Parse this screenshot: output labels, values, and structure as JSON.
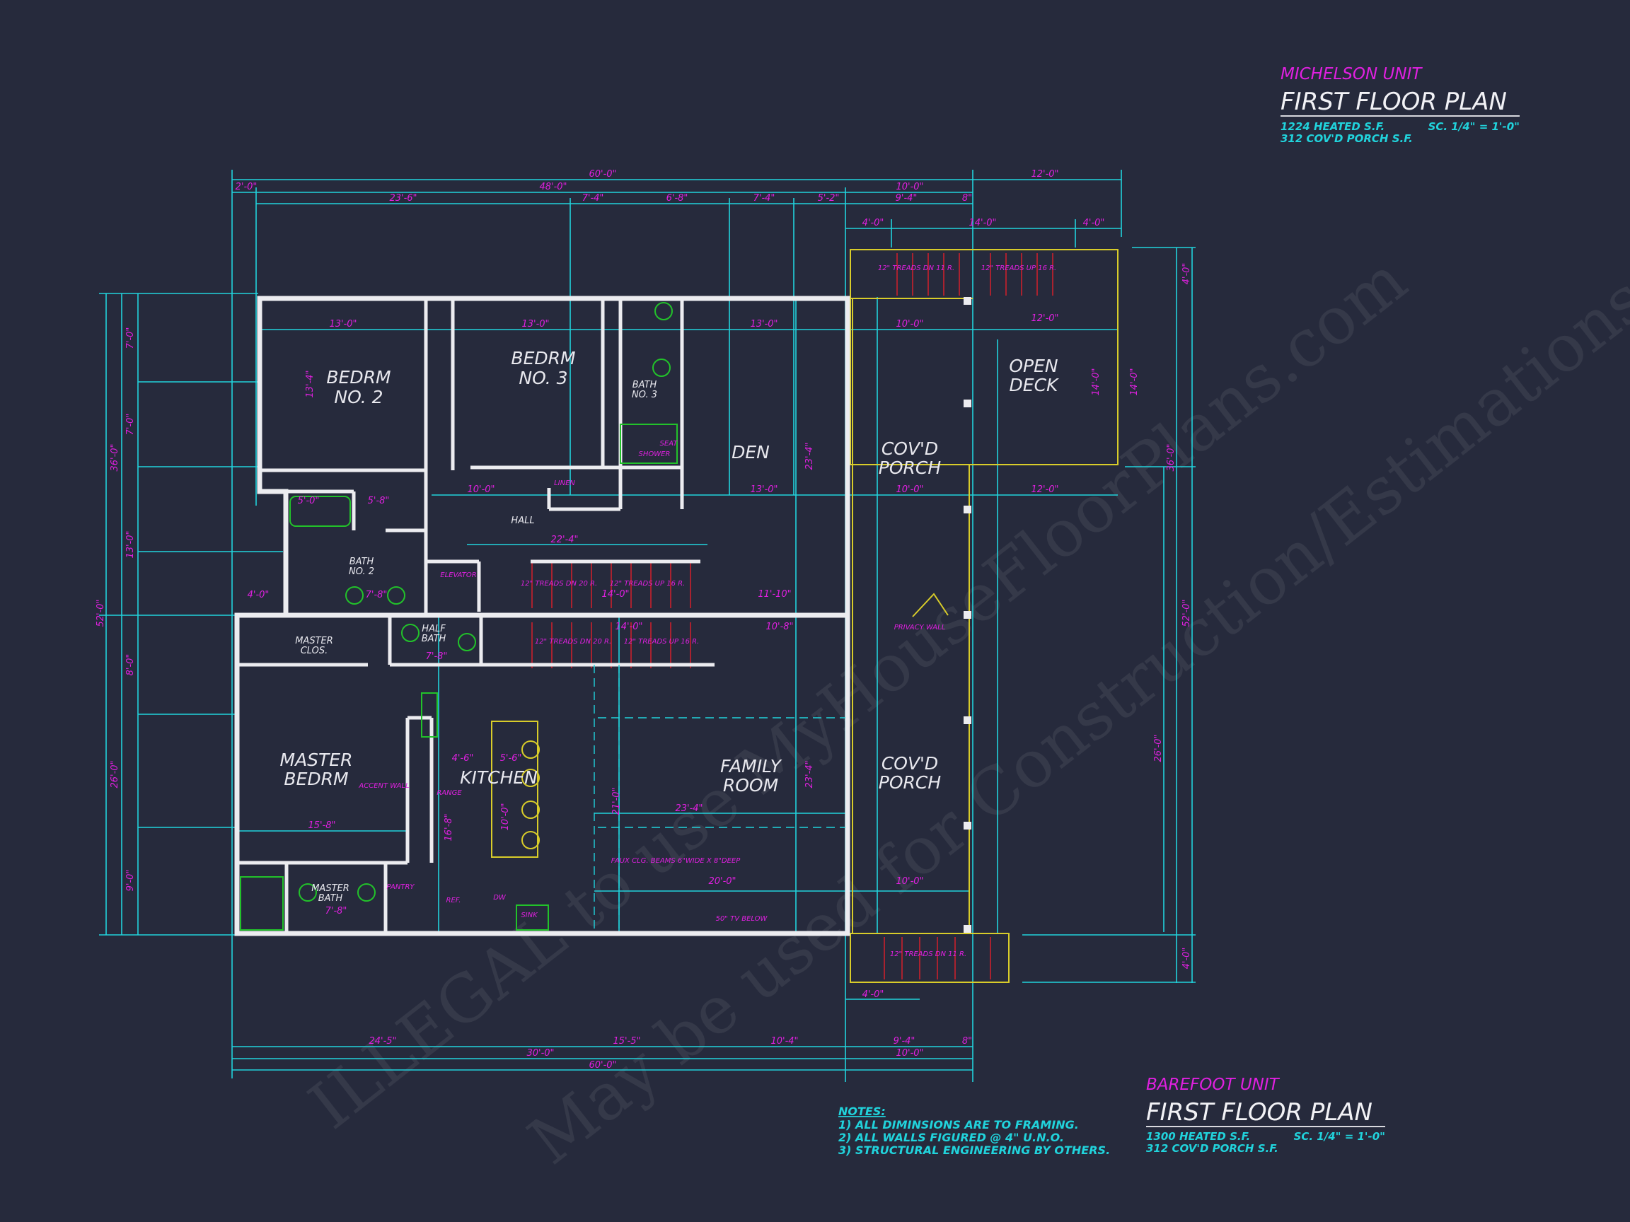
{
  "colors": {
    "background": "#262a3c",
    "walls": "#ececf0",
    "dimensions": "#21d3dc",
    "dimension_text": "#e020e0",
    "porch_framing": "#d8cc2a",
    "windows": "#e0202a",
    "fixtures": "#22c22a"
  },
  "michelson": {
    "unit": "MICHELSON UNIT",
    "title": "FIRST FLOOR PLAN",
    "heated": "1224 HEATED S.F.",
    "porch": "312 COV'D PORCH S.F.",
    "scale": "SC. 1/4\" = 1'-0\""
  },
  "barefoot": {
    "unit": "BAREFOOT UNIT",
    "title": "FIRST FLOOR PLAN",
    "heated": "1300 HEATED S.F.",
    "porch": "312 COV'D PORCH S.F.",
    "scale": "SC. 1/4\" = 1'-0\""
  },
  "notes": {
    "heading": "NOTES:",
    "items": [
      "1) ALL DIMINSIONS ARE TO FRAMING.",
      "2) ALL WALLS FIGURED @ 4\" U.N.O.",
      "3) STRUCTURAL ENGINEERING BY OTHERS."
    ]
  },
  "watermark": [
    "ILLEGAL to use MyHouseFloorPlans.com",
    "May be used for Construction/Estimations"
  ],
  "rooms": {
    "bedrm2": [
      "BEDRM",
      "NO. 2"
    ],
    "bedrm3": [
      "BEDRM",
      "NO. 3"
    ],
    "den": "DEN",
    "porch_upper": [
      "COV'D",
      "PORCH"
    ],
    "open_deck": [
      "OPEN",
      "DECK"
    ],
    "master_bedrm": [
      "MASTER",
      "BEDRM"
    ],
    "kitchen": "KITCHEN",
    "family_room": [
      "FAMILY",
      "ROOM"
    ],
    "porch_lower": [
      "COV'D",
      "PORCH"
    ],
    "hall": "HALL",
    "bath2": [
      "BATH",
      "NO. 2"
    ],
    "bath3": [
      "BATH",
      "NO. 3"
    ],
    "master_bath": [
      "MASTER",
      "BATH"
    ],
    "half_bath": [
      "HALF",
      "BATH"
    ],
    "master_clos": [
      "MASTER",
      "CLOS."
    ],
    "elevator": "ELEVATOR",
    "pantry": "PANTRY",
    "linen": "LINEN",
    "range": "RANGE",
    "sink": "SINK",
    "ref": "REF.",
    "dw": "DW",
    "seat": "SEAT",
    "shower": "SHOWER",
    "accent_wall": "ACCENT WALL",
    "privacy_wall": "PRIVACY WALL",
    "beams": "FAUX CLG. BEAMS 6\"WIDE X 8\"DEEP",
    "tv": "50\" TV BELOW"
  },
  "treads": [
    "12\" TREADS DN 11 R.",
    "12\" TREADS UP 16 R.",
    "12\" TREADS DN 20 R.",
    "12\" TREADS UP 16 R.",
    "12\" TREADS DN 20 R.",
    "12\" TREADS UP 16 R.",
    "12\" TREADS DN 11 R."
  ],
  "dims_top": [
    "60'-0\"",
    "2'-0\"",
    "48'-0\"",
    "23'-6\"",
    "7'-4\"",
    "6'-8\"",
    "7'-4\"",
    "5'-2\"",
    "10'-0\"",
    "9'-4\"",
    "8\"",
    "12'-0\"",
    "4'-0\"",
    "14'-0\"",
    "4'-0\""
  ],
  "dims_bottom": [
    "24'-5\"",
    "15'-5\"",
    "10'-4\"",
    "9'-4\"",
    "8\"",
    "30'-0\"",
    "10'-0\"",
    "60'-0\"",
    "4'-0\""
  ],
  "dims_side": [
    "36'-0\"",
    "52'-0\"",
    "26'-0\"",
    "36'-0\"",
    "52'-0\"",
    "26'-0\"",
    "4'-0\"",
    "4'-0\"",
    "14'-0\"",
    "7'-0\"",
    "13'-0\"",
    "8'-0\"",
    "9'-0\""
  ],
  "dims_room": [
    "13'-0\"",
    "13'-0\"",
    "13'-0\"",
    "10'-0\"",
    "12'-0\"",
    "13'-0\"",
    "10'-0\"",
    "22'-4\"",
    "10'-0\"",
    "12'-0\"",
    "14'-0\"",
    "11'-10\"",
    "10'-8\"",
    "14'-0\"",
    "15'-8\"",
    "23'-4\"",
    "20'-0\"",
    "10'-0\"",
    "13'-4\"",
    "23'-4\"",
    "23'-4\"",
    "14'-0\"",
    "5'-0\"",
    "5'-8\"",
    "7'-8\"",
    "4'-0\"",
    "7'-8\"",
    "4'-6\"",
    "5'-6\"",
    "10'-0\"",
    "21'-0\"",
    "16'-8\"",
    "7'-8\""
  ]
}
